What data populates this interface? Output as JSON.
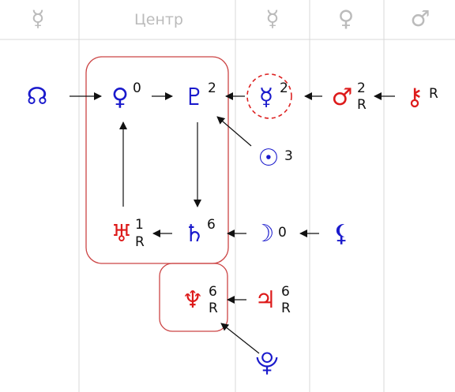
{
  "header": {
    "col1_icon": "☿",
    "col2_label": "Центр",
    "col3_icon": "☿",
    "col4_icon": "♀",
    "col5_icon": "♂"
  },
  "nodes": {
    "north_node": {
      "symbol": "☊",
      "color": "#1a1acc"
    },
    "venus": {
      "symbol": "♀",
      "num": "0",
      "color": "#1a1acc"
    },
    "pluto": {
      "symbol": "♇",
      "num": "2",
      "color": "#1a1acc"
    },
    "mercury": {
      "symbol": "☿",
      "num": "2",
      "color": "#1a1acc"
    },
    "mars": {
      "symbol": "♂",
      "num": "2",
      "retro": "R",
      "color": "#dd1a1a"
    },
    "chiron": {
      "symbol": "⚷",
      "retro": "R",
      "color": "#dd1a1a"
    },
    "sun": {
      "symbol": "☉",
      "num": "3",
      "color": "#1a1acc"
    },
    "uranus": {
      "symbol": "♅",
      "num": "1",
      "retro": "R",
      "color": "#dd1a1a"
    },
    "saturn": {
      "symbol": "♄",
      "num": "6",
      "color": "#1a1acc"
    },
    "moon": {
      "symbol": "☽",
      "num": "0",
      "color": "#1a1acc"
    },
    "lilith": {
      "symbol": "⚸",
      "color": "#1a1acc"
    },
    "neptune": {
      "symbol": "♆",
      "num": "6",
      "retro": "R",
      "color": "#dd1a1a"
    },
    "jupiter": {
      "symbol": "♃",
      "num": "6",
      "retro": "R",
      "color": "#dd1a1a"
    },
    "proserpina": {
      "symbol": "⯓",
      "color": "#1a1acc"
    }
  }
}
